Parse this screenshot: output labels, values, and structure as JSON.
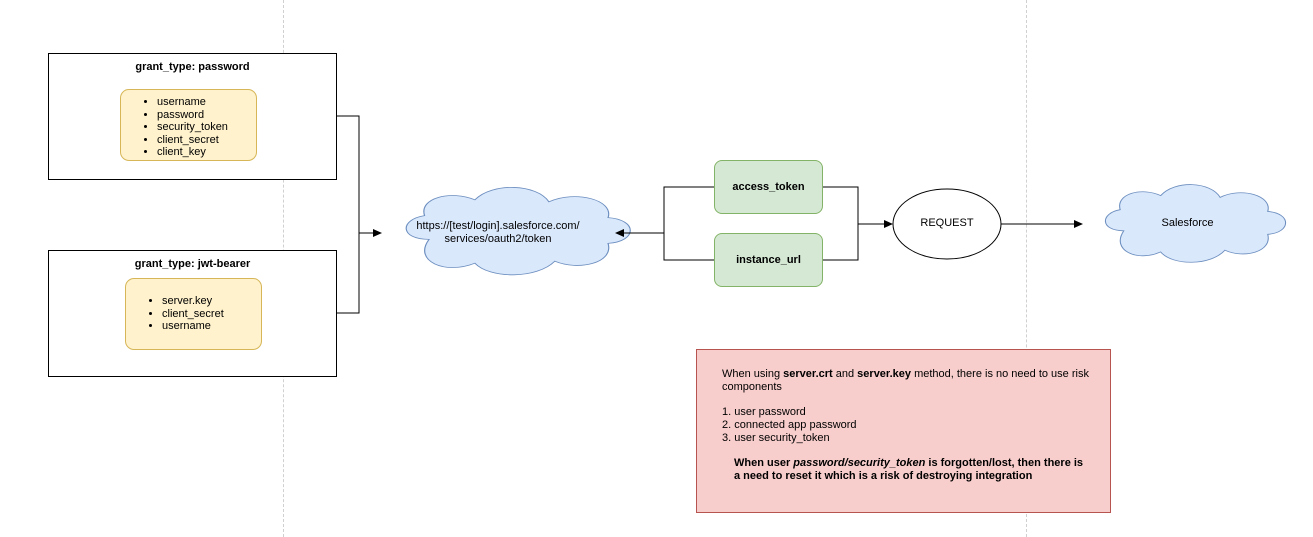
{
  "password_grant": {
    "title": "grant_type: password",
    "params": [
      "username",
      "password",
      "security_token",
      "client_secret",
      "client_key"
    ]
  },
  "jwt_grant": {
    "title": "grant_type: jwt-bearer",
    "params": [
      "server.key",
      "client_secret",
      "username"
    ]
  },
  "token_endpoint": {
    "line1": "https://[test/login].salesforce.com/",
    "line2": "services/oauth2/token"
  },
  "response": {
    "access_token": "access_token",
    "instance_url": "instance_url"
  },
  "request_label": "REQUEST",
  "salesforce_label": "Salesforce",
  "note": {
    "intro_prefix": "When using ",
    "intro_bold1": "server.crt",
    "intro_and": " and ",
    "intro_bold2": "server.key",
    "intro_suffix": " method, there is no need to use risk components",
    "items": [
      "1. user password",
      "2. connected app password",
      "3. user security_token"
    ],
    "warn_prefix": "When user ",
    "warn_italic": "password/security_token",
    "warn_suffix": " is forgotten/lost, then there is a need to reset it which is a risk of destroying integration"
  },
  "colors": {
    "cloud_fill": "#dae8fc",
    "cloud_stroke": "#6c8ebf",
    "param_fill": "#fff2cc",
    "param_stroke": "#d6b656",
    "response_fill": "#d5e8d4",
    "response_stroke": "#82b366",
    "note_fill": "#f8cecc",
    "note_stroke": "#b85450"
  }
}
